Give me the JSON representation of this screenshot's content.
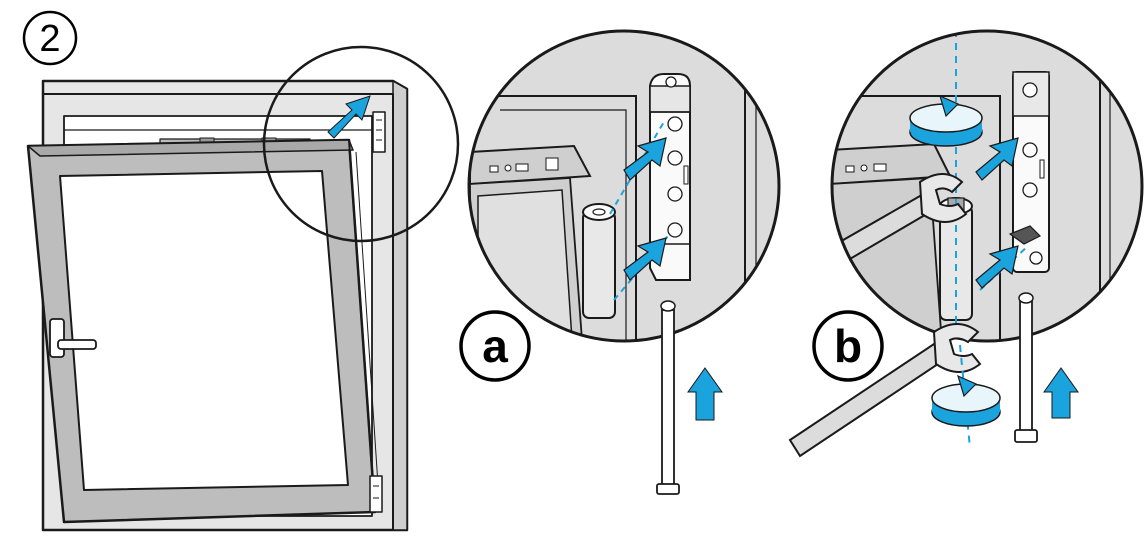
{
  "diagram": {
    "step_number": "2",
    "panels": [
      {
        "label": "a"
      },
      {
        "label": "b"
      }
    ]
  },
  "colors": {
    "arrow": "#1aa3dd",
    "frame": "#e0e0e0",
    "outline": "#1a1a1a",
    "detail_bg": "#dcdcdc"
  }
}
